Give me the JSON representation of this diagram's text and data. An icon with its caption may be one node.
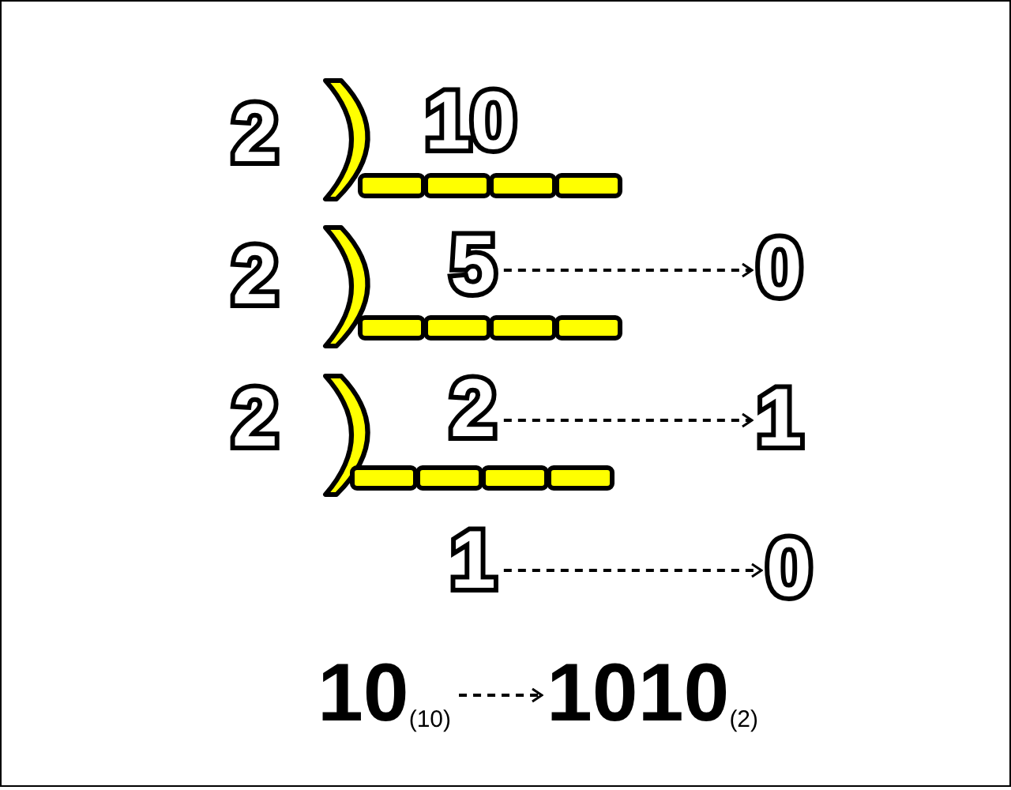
{
  "diagram": {
    "nodes": [
      {
        "text": [
          "5"
        ]
      },
      {
        "text": [
          "0"
        ]
      },
      {
        "text": [
          "2"
        ]
      },
      {
        "text": [
          "1"
        ]
      },
      {
        "text": [
          "1"
        ]
      },
      {
        "text": [
          "0"
        ]
      },
      {
        "text": [
          "10$_{(10)}$"
        ]
      },
      {
        "text": [
          "1010$_{(2)}$"
        ]
      }
    ],
    "edges": [
      {
        "from": 0,
        "to": 1,
        "arrow": "to",
        "style": "dashed"
      },
      {
        "from": 2,
        "to": 3,
        "arrow": "to",
        "style": "dashed"
      },
      {
        "from": 4,
        "to": 5,
        "arrow": "to",
        "style": "dashed"
      },
      {
        "from": 6,
        "to": 7,
        "arrow": "to",
        "style": "dashed"
      }
    ],
    "labels": [
      "2",
      "10",
      "2",
      "2"
    ]
  }
}
